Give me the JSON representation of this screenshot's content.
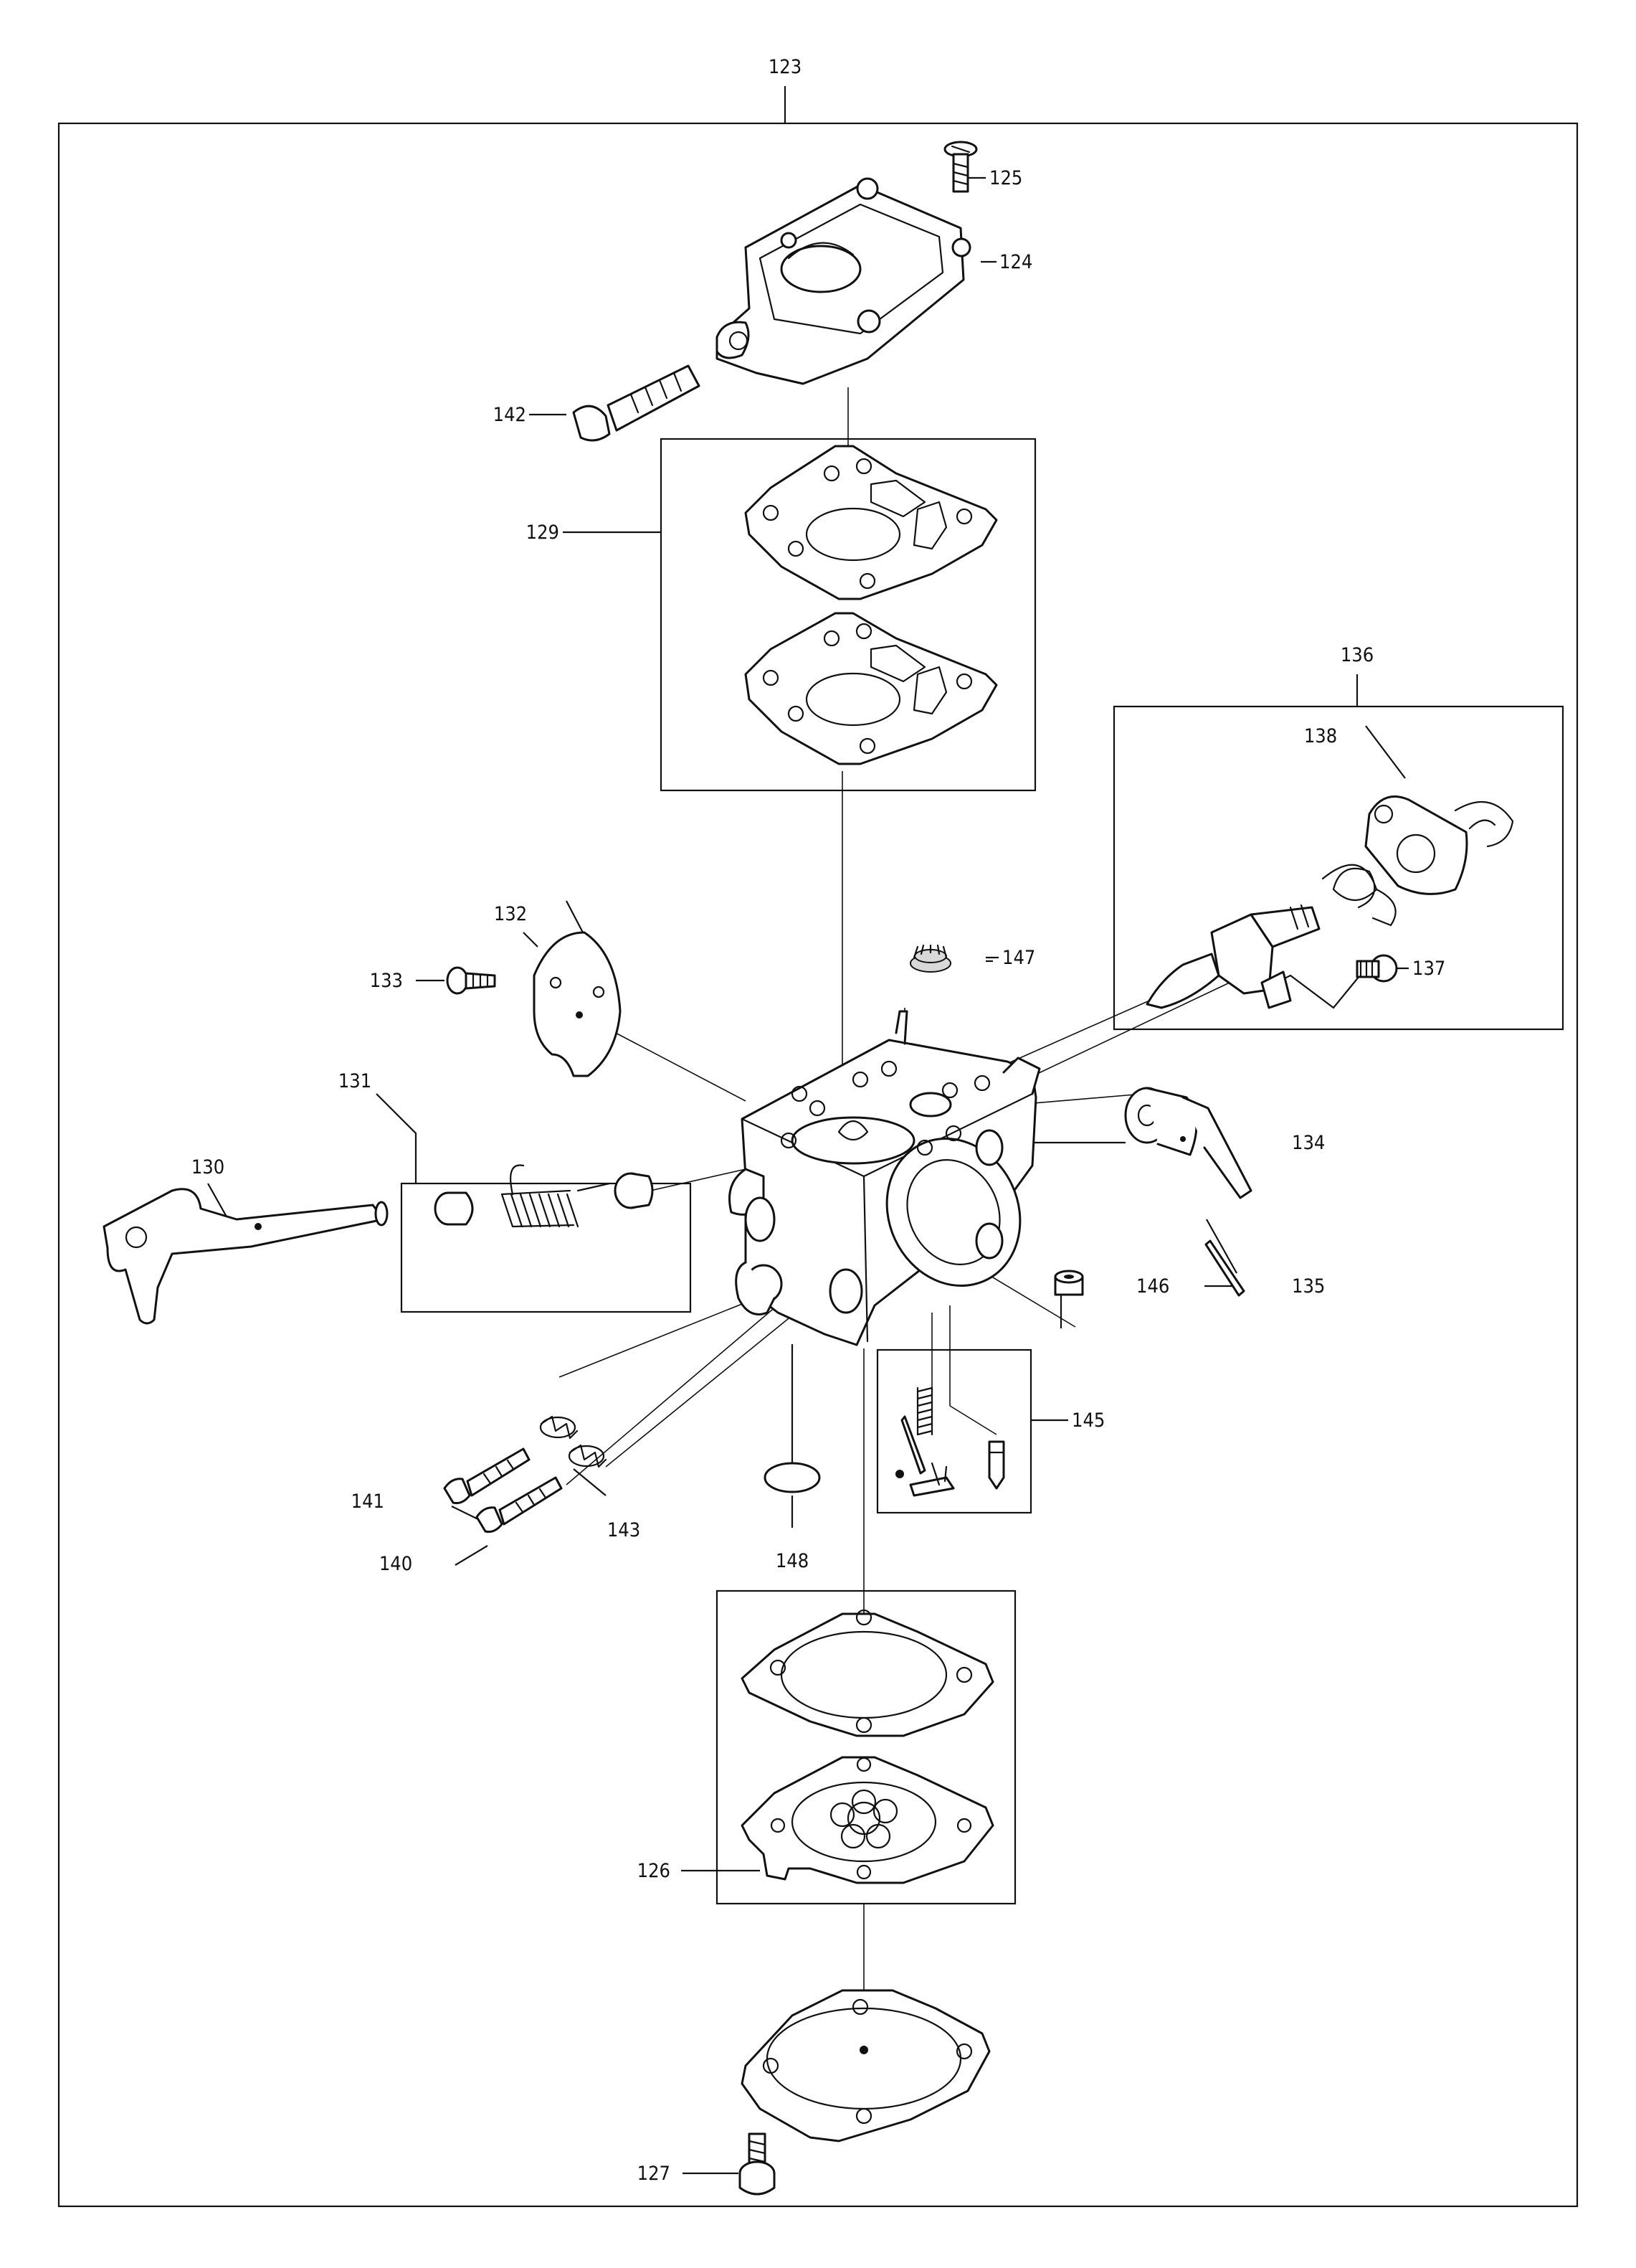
{
  "diagram": {
    "callouts": {
      "p123": "123",
      "p124": "124",
      "p125": "125",
      "p126": "126",
      "p127": "127",
      "p129": "129",
      "p130": "130",
      "p131": "131",
      "p132": "132",
      "p133": "133",
      "p134": "134",
      "p135": "135",
      "p136": "136",
      "p137": "137",
      "p138": "138",
      "p140": "140",
      "p141": "141",
      "p142": "142",
      "p143": "143",
      "p145": "145",
      "p146": "146",
      "p147": "147",
      "p148": "148"
    }
  }
}
